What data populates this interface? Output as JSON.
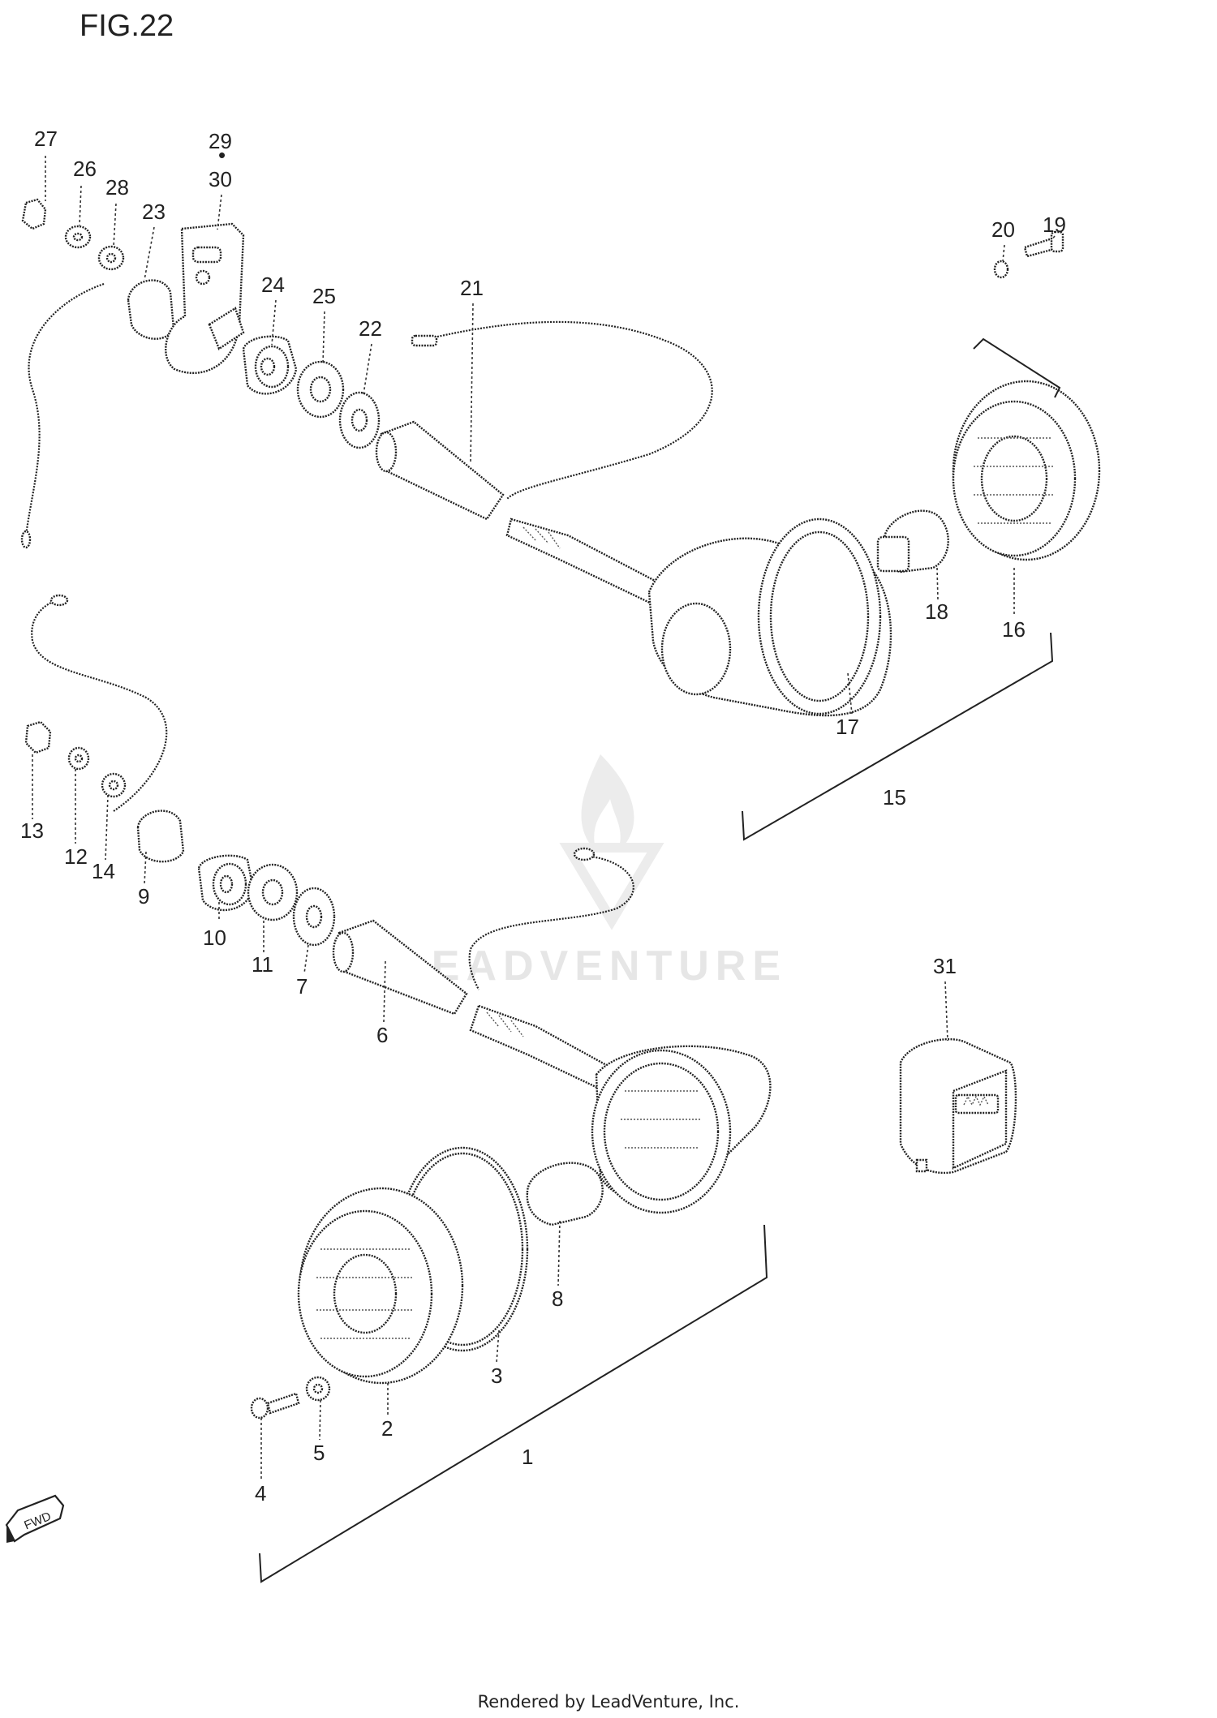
{
  "figure": {
    "title": "FIG.22"
  },
  "callouts": {
    "n1": "1",
    "n2": "2",
    "n3": "3",
    "n4": "4",
    "n5": "5",
    "n6": "6",
    "n7": "7",
    "n8": "8",
    "n9": "9",
    "n10": "10",
    "n11": "11",
    "n12": "12",
    "n13": "13",
    "n14": "14",
    "n15": "15",
    "n16": "16",
    "n17": "17",
    "n18": "18",
    "n19": "19",
    "n20": "20",
    "n21": "21",
    "n22": "22",
    "n23": "23",
    "n24": "24",
    "n25": "25",
    "n26": "26",
    "n27": "27",
    "n28": "28",
    "n29": "29",
    "n30": "30",
    "n31": "31"
  },
  "watermark": {
    "text": "LEADVENTURE"
  },
  "fwd_badge": {
    "text": "FWD"
  },
  "footer": {
    "text": "Rendered by LeadVenture, Inc."
  }
}
